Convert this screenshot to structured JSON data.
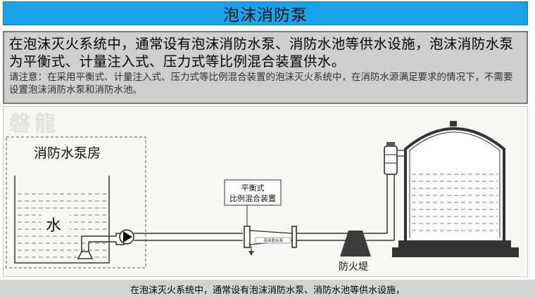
{
  "title": "泡沫消防泵",
  "intro": {
    "main_text": "在泡沫灭火系统中，通常设有泡沫消防水泵、消防水池等供水设施，泡沫消防水泵为平衡式、计量注入式、压力式等比例混合装置供水。",
    "note_text": "请注意：在采用平衡式、计量注入式、压力式等比例混合装置的泡沫灭火系统中，在消防水源满足要求的情况下，不需要设置泡沫消防水泵和消防水池。"
  },
  "diagram": {
    "watermark": "磐龍",
    "pump_room_label": "消防水泵房",
    "water_label": "水",
    "proportioner_label_line1": "平衡式",
    "proportioner_label_line2": "比例混合装置",
    "foam_tag": "泡沫混合液",
    "dike_label": "防火堤"
  },
  "caption": "在泡沫灭火系统中，通常设有泡沫消防水泵、消防水池等供水设施，",
  "colors": {
    "title_bg": "#1aa3e8",
    "panel_bg": "#cfcfcf",
    "line": "#333333"
  }
}
